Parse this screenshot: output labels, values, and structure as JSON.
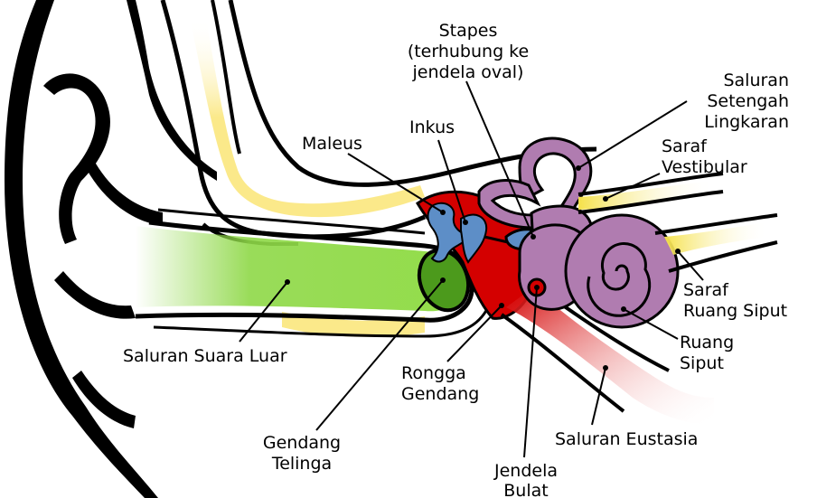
{
  "labels": {
    "stapes": [
      "Stapes",
      "(terhubung ke",
      "jendela oval)"
    ],
    "saluran_setengah_lingkaran": [
      "Saluran",
      "Setengah",
      "Lingkaran"
    ],
    "maleus": "Maleus",
    "inkus": "Inkus",
    "saraf_vestibular": [
      "Saraf",
      "Vestibular"
    ],
    "saraf_ruang_siput": [
      "Saraf",
      "Ruang Siput"
    ],
    "ruang_siput": [
      "Ruang",
      "Siput"
    ],
    "saluran_suara_luar": "Saluran Suara Luar",
    "rongga_gendang": [
      "Rongga",
      "Gendang"
    ],
    "saluran_eustasia": "Saluran Eustasia",
    "gendang_telinga": [
      "Gendang",
      "Telinga"
    ],
    "jendela_bulat": [
      "Jendela",
      "Bulat"
    ]
  },
  "colors": {
    "outline": "#000000",
    "bone": "#fbe98a",
    "canal_green": "#8ed847",
    "eardrum": "#4c9a1c",
    "middle_ear_red": "#d40000",
    "ossicles_blue": "#5d8ec7",
    "inner_ear_purple": "#b07cb0",
    "nerve_yellow": "#f5e14a",
    "eustachian_pink": "#e87a7a"
  }
}
